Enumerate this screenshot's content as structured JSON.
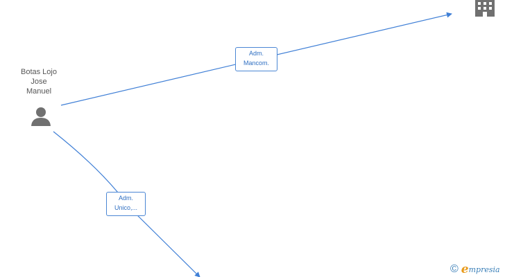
{
  "nodes": {
    "person": {
      "name_lines": [
        "Botas Lojo",
        "Jose",
        "Manuel"
      ],
      "icon": "person-icon"
    },
    "company": {
      "icon": "building-icon"
    }
  },
  "edges": [
    {
      "label_lines": [
        "Adm.",
        "Mancom."
      ]
    },
    {
      "label_lines": [
        "Adm.",
        "Unico,..."
      ]
    }
  ],
  "footer": {
    "copyright": "©",
    "brand_first": "e",
    "brand_rest": "mpresia"
  },
  "colors": {
    "edge": "#3f7fd6",
    "node_icon": "#707070",
    "label_border": "#4a86d4"
  }
}
